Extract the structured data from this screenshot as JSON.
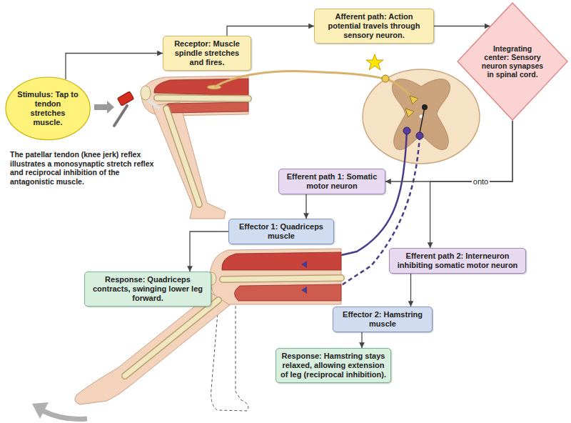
{
  "diagram": {
    "nodes": [
      {
        "text": [
          "Stimulus: Tap to tendon stretches muscle."
        ]
      },
      {
        "text": [
          "Receptor: Muscle spindle stretches and fires."
        ]
      },
      {
        "text": [
          "Afferent path: Action potential travels through sensory neuron."
        ]
      },
      {
        "text": [
          "Integrating center: Sensory neuron synapses in spinal cord."
        ]
      },
      {
        "text": [
          "Efferent path 1: Somatic motor neuron"
        ]
      },
      {
        "text": [
          "Effector 1: Quadriceps muscle"
        ]
      },
      {
        "text": [
          "Efferent path 2: Interneuron inhibiting somatic motor neuron"
        ]
      },
      {
        "text": [
          "Response: Quadriceps contracts, swinging lower leg forward."
        ]
      },
      {
        "text": [
          "Effector 2: Hamstring muscle"
        ]
      },
      {
        "text": [
          "Response: Hamstring stays relaxed, allowing extension of leg (reciprocal inhibition)."
        ]
      }
    ],
    "edges": [
      {
        "from": 0,
        "to": 1,
        "arrow": "to"
      },
      {
        "from": 1,
        "to": 2,
        "arrow": "to"
      },
      {
        "from": 2,
        "to": 3,
        "arrow": "to"
      },
      {
        "from": 3,
        "to": 4,
        "label": "onto",
        "arrow": "to"
      },
      {
        "from": 3,
        "to": 6,
        "arrow": "to"
      },
      {
        "from": 4,
        "to": 5,
        "arrow": "to"
      },
      {
        "from": 6,
        "to": 8,
        "arrow": "to"
      },
      {
        "from": 5,
        "to": 7,
        "arrow": "to"
      },
      {
        "from": 8,
        "to": 9,
        "arrow": "to"
      }
    ],
    "labels": [
      "The patellar tendon (knee jerk) reflex illustrates a monosynaptic stretch reflex and reciprocal inhibition of the antagonistic muscle."
    ]
  }
}
